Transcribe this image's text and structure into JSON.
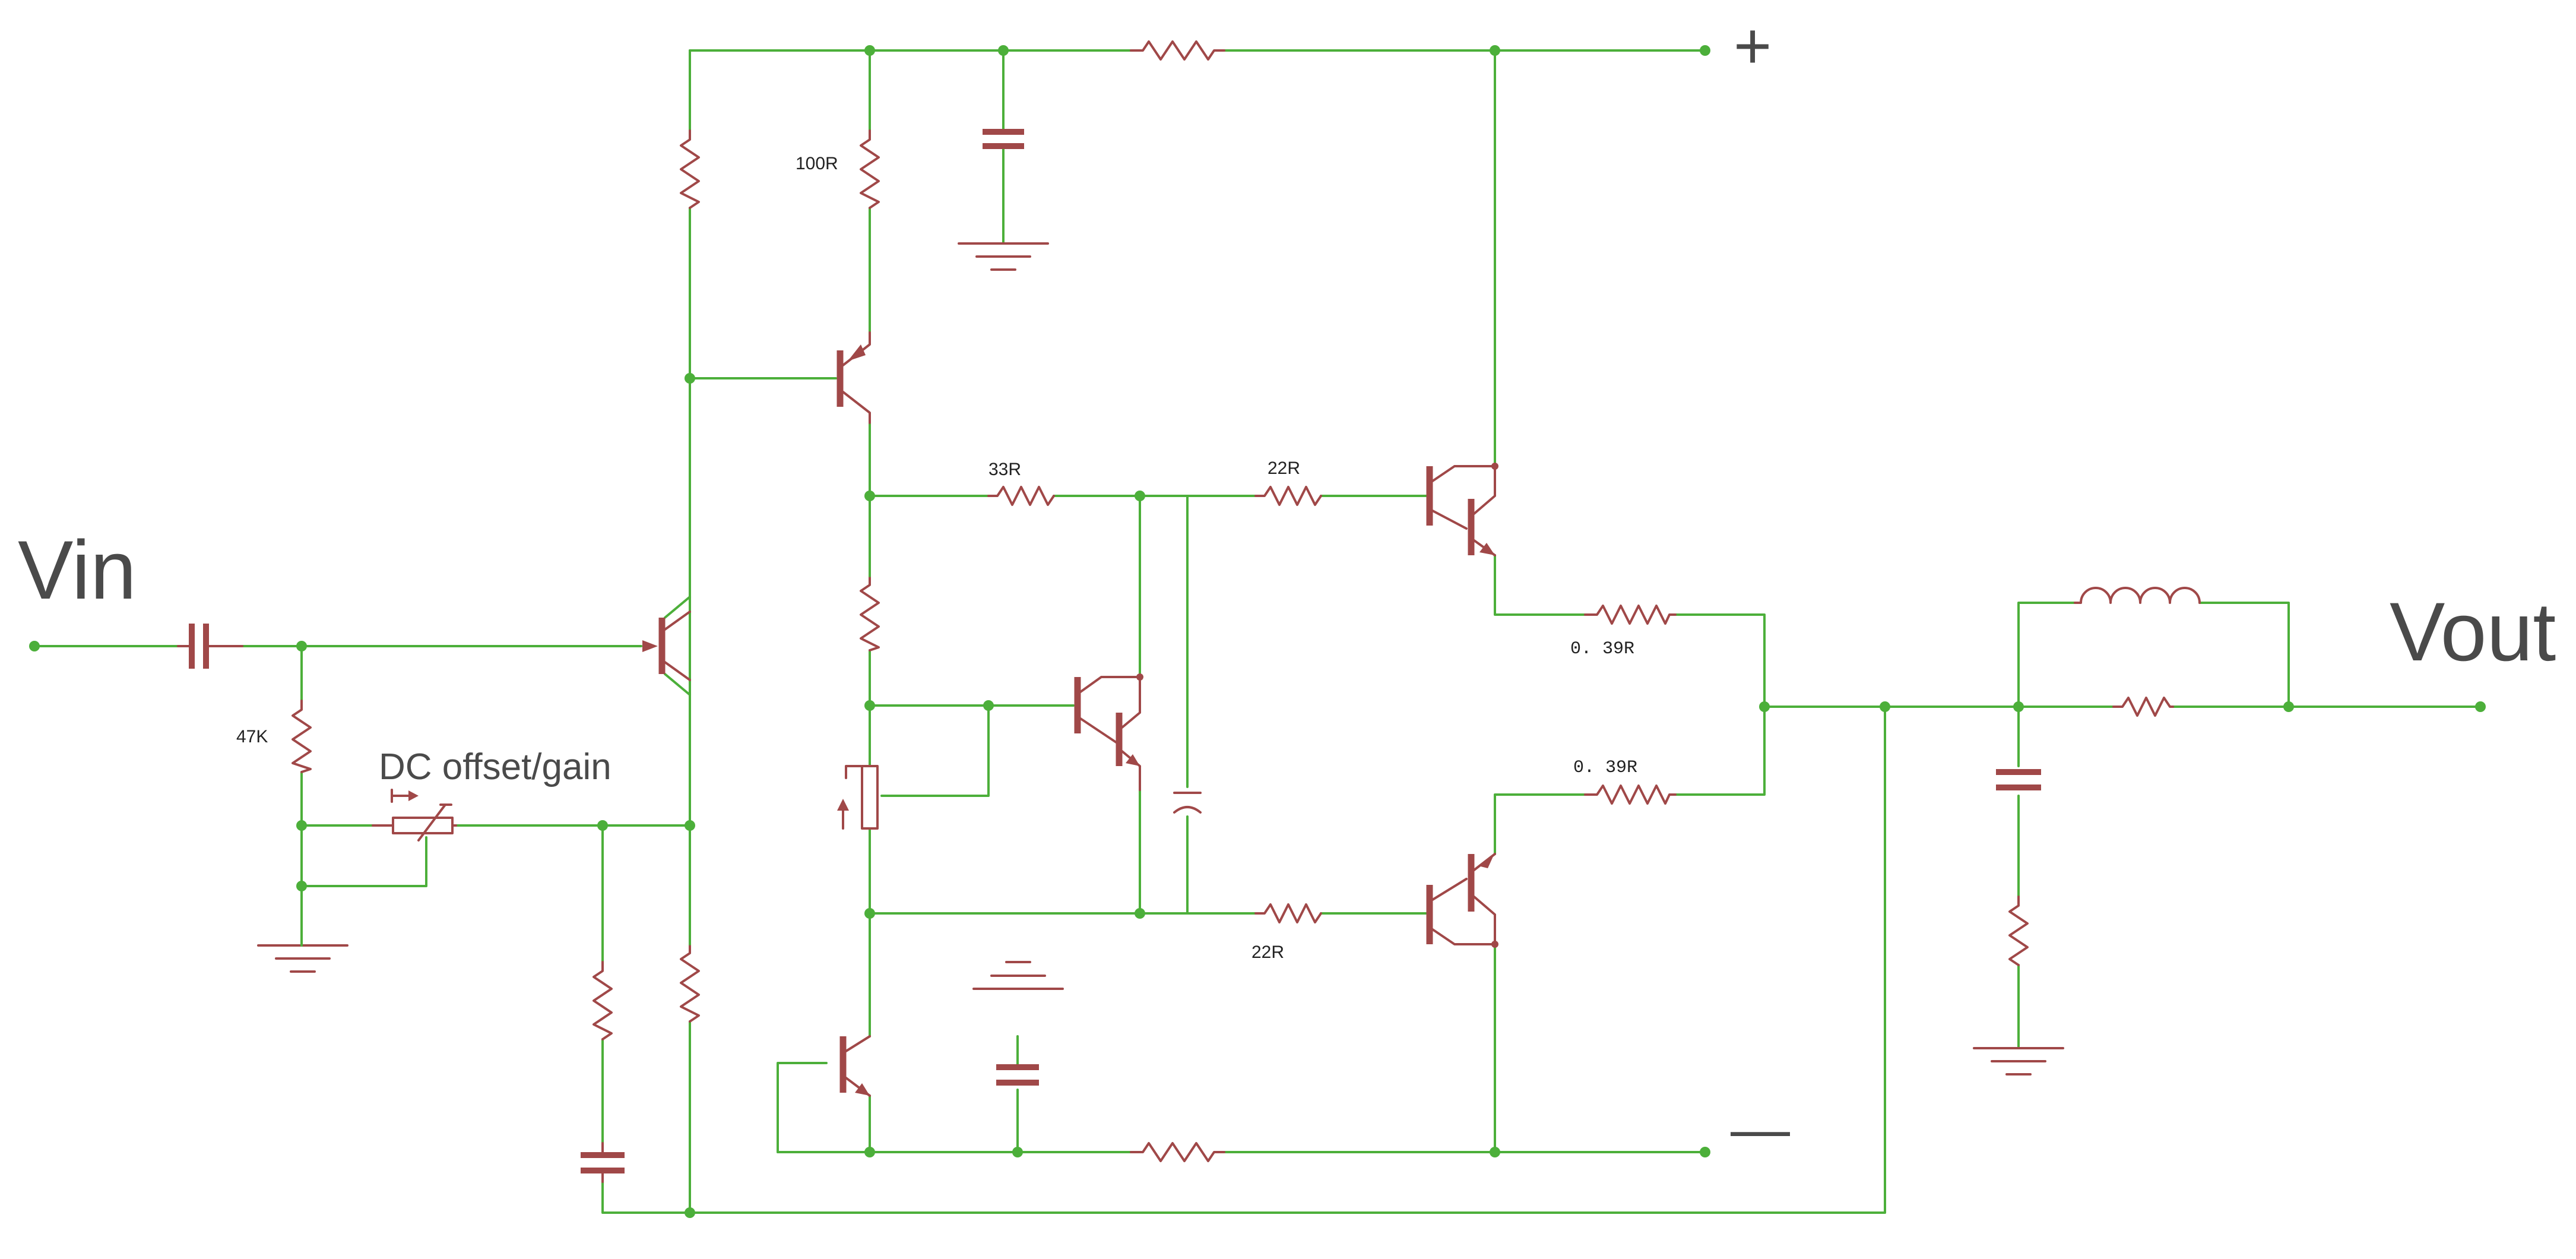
{
  "terminals": {
    "input": "Vin",
    "output": "Vout",
    "supply_positive": "+",
    "supply_negative": "—"
  },
  "annotations": {
    "dc_offset_gain": "DC offset/gain"
  },
  "component_values": {
    "r_input_bias": "47K",
    "r_vas_emitter": "100R",
    "r_driver_top": "33R",
    "r_base_top": "22R",
    "r_base_bottom": "22R",
    "r_emitter_top": "0. 39R",
    "r_emitter_bottom": "0. 39R"
  },
  "colors": {
    "wire": "#4caf3a",
    "component": "#a04848",
    "text": "#4a4a4a"
  }
}
